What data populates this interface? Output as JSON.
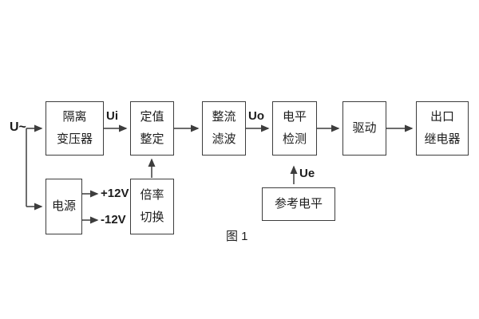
{
  "diagram": {
    "caption": "图 1",
    "signals": {
      "input": "U~",
      "ui": "Ui",
      "uo": "Uo",
      "ue": "Ue",
      "plus12v": "+12V",
      "minus12v": "-12V"
    },
    "blocks": {
      "isolation_transformer": {
        "line1": "隔离",
        "line2": "变压器"
      },
      "setting": {
        "line1": "定值",
        "line2": "整定"
      },
      "rectify_filter": {
        "line1": "整流",
        "line2": "滤波"
      },
      "level_detect": {
        "line1": "电平",
        "line2": "检测"
      },
      "drive": {
        "label": "驱动"
      },
      "output_relay": {
        "line1": "出口",
        "line2": "继电器"
      },
      "power": {
        "label": "电源"
      },
      "ratio_switch": {
        "line1": "倍率",
        "line2": "切换"
      },
      "reference_level": {
        "label": "参考电平"
      }
    },
    "colors": {
      "line": "#3d3d3d",
      "text": "#1c1c1c",
      "background": "#ffffff"
    }
  }
}
